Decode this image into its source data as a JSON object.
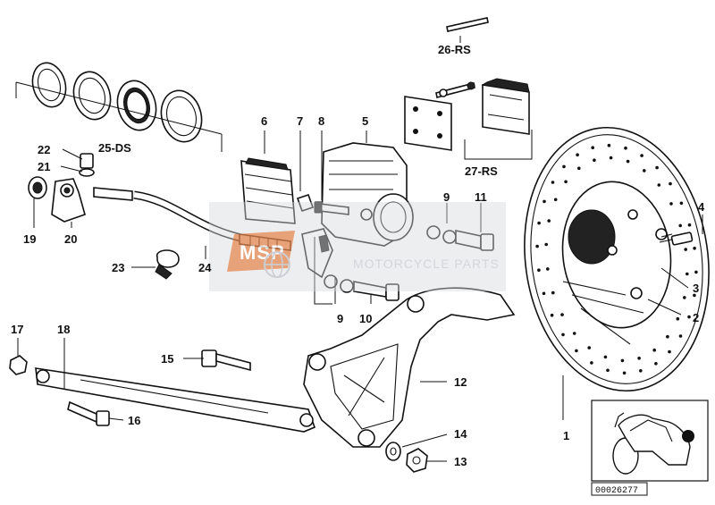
{
  "callouts": {
    "l1": "1",
    "l2": "2",
    "l3": "3",
    "l4": "4",
    "l5": "5",
    "l6": "6",
    "l7": "7",
    "l8": "8",
    "l9a": "9",
    "l9b": "9",
    "l10": "10",
    "l11": "11",
    "l12": "12",
    "l13": "13",
    "l14": "14",
    "l15": "15",
    "l16": "16",
    "l17": "17",
    "l18": "18",
    "l19": "19",
    "l20": "20",
    "l21": "21",
    "l22": "22",
    "l23": "23",
    "l24": "24",
    "l25": "25-DS",
    "l26": "26-RS",
    "l27": "27-RS"
  },
  "watermark": {
    "logo": "MSP",
    "text": "MOTORCYCLE PARTS"
  },
  "reference": {
    "number": "00026277"
  },
  "icons": [
    "brake-disc-icon",
    "caliper-icon",
    "motorcycle-thumbnail-icon",
    "watermark-globe-icon"
  ],
  "colors": {
    "line": "#111111",
    "background": "#ffffff",
    "watermark_box": "#d6d8dc",
    "watermark_accent": "#e07a40"
  }
}
